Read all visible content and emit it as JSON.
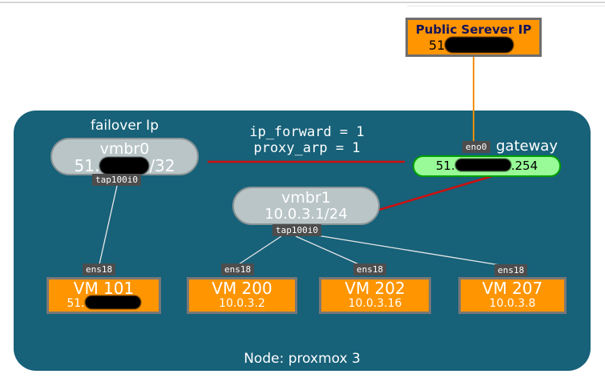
{
  "colors": {
    "node_bg": "#176179",
    "vm_fill": "#ff9500",
    "bridge_fill": "#b9c5c7",
    "gateway_fill": "#98fb98",
    "gateway_border": "#00a000",
    "tag_bg": "#4d4d4d",
    "wire_red": "#cd1010",
    "wire_orange": "#f09000",
    "wire_white": "#e8e8e8"
  },
  "public_server": {
    "title": "Public Serever IP",
    "ip_prefix": "51",
    "ip_redacted": true
  },
  "node": {
    "label": "Node: proxmox 3",
    "failover_label": "failover Ip",
    "gateway_label": "gateway",
    "sysctl": [
      "ip_forward = 1",
      "proxy_arp = 1"
    ],
    "gateway": {
      "iface": "eno0",
      "ip_prefix": "51.",
      "ip_suffix": ".254",
      "ip_redacted": true
    },
    "bridges": [
      {
        "name": "vmbr0",
        "tap": "tap100i0",
        "ip_prefix": "51.",
        "ip_suffix": "/32",
        "ip_redacted": true
      },
      {
        "name": "vmbr1",
        "tap": "tap100i0",
        "ip": "10.0.3.1/24"
      }
    ],
    "vms": [
      {
        "name": "VM 101",
        "iface": "ens18",
        "ip_prefix": "51.",
        "ip_redacted": true
      },
      {
        "name": "VM 200",
        "iface": "ens18",
        "ip": "10.0.3.2"
      },
      {
        "name": "VM 202",
        "iface": "ens18",
        "ip": "10.0.3.16"
      },
      {
        "name": "VM 207",
        "iface": "ens18",
        "ip": "10.0.3.8"
      }
    ]
  }
}
